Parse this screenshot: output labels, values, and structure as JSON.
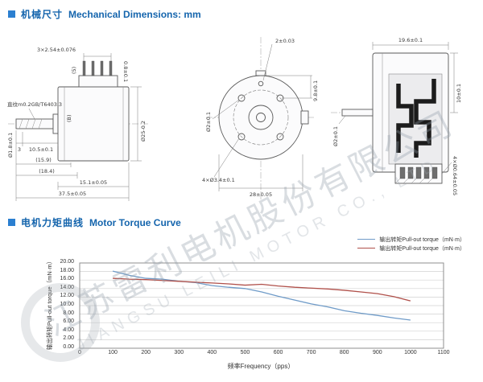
{
  "sections": {
    "mech": {
      "title_cn": "机械尺寸",
      "title_en": "Mechanical Dimensions: mm"
    },
    "torque": {
      "title_cn": "电机力矩曲线",
      "title_en": "Motor Torque Curve"
    }
  },
  "watermark": {
    "cn": "江苏雷利电机股份有限公司",
    "en": "JIANGSU LEILI MOTOR CO., LTD"
  },
  "drawings": {
    "side": {
      "pin_pitch": "3×2.54±0.076",
      "pin_width": "0.8±0.1",
      "pin_count": "(5)",
      "knurl": "直纹m0.2GB/T6403.3",
      "shaft_dia": "Ø1.8±0.1",
      "dim_3": "3",
      "dim_shaft": "10.5±0.1",
      "dim_ref1": "(15.9)",
      "dim_ref2": "(18.4)",
      "dim_body": "15.1±0.05",
      "dim_total": "37.5±0.05",
      "body_dia": "Ø25-0.2",
      "view_label": "(B)"
    },
    "front": {
      "dim_hole": "2±0.03",
      "dim_offset": "9.8±0.1",
      "dim_width": "28±0.05",
      "hole_dia": "Ø2±0.1",
      "mount_holes": "4×Ø3.4±0.1"
    },
    "back": {
      "dim_depth": "19.6±0.1",
      "shaft_dia": "Ø2±0.1",
      "dim_right": "10±0.1",
      "pin_holes": "4×Ø0.64±0.05"
    }
  },
  "chart_data": {
    "type": "line",
    "x": [
      100,
      150,
      200,
      250,
      300,
      350,
      400,
      450,
      500,
      550,
      600,
      650,
      700,
      750,
      800,
      850,
      900,
      950,
      1000
    ],
    "series": [
      {
        "name": "输出转矩Pull-out torque（mN·m）",
        "color": "#6f9bc8",
        "values": [
          18.1,
          17.1,
          16.4,
          16.2,
          15.7,
          15.4,
          14.7,
          14.3,
          14.0,
          13.2,
          12.2,
          11.3,
          10.4,
          9.7,
          8.8,
          8.2,
          7.7,
          7.1,
          6.6
        ]
      },
      {
        "name": "输出转矩Pull-out torque（mN·m）",
        "color": "#b0504a",
        "values": [
          16.4,
          16.2,
          16.1,
          15.9,
          15.7,
          15.5,
          15.3,
          15.1,
          14.8,
          15.0,
          14.6,
          14.3,
          14.1,
          13.9,
          13.6,
          13.2,
          12.8,
          12.1,
          11.1
        ]
      }
    ],
    "xlabel": "频率Frequency（pps）",
    "ylabel": "输出转矩Pull-out torque（mN·m）",
    "xlim": [
      0,
      1100
    ],
    "ylim": [
      0,
      20
    ],
    "x_ticks": [
      0,
      100,
      200,
      300,
      400,
      500,
      600,
      700,
      800,
      900,
      1000,
      1100
    ],
    "y_ticks": [
      "20.00",
      "18.00",
      "16.00",
      "14.00",
      "12.00",
      "10.00",
      "8.00",
      "6.00",
      "4.00",
      "2.00",
      "0.00"
    ],
    "grid": "horizontal",
    "legend_position": "top-right"
  }
}
